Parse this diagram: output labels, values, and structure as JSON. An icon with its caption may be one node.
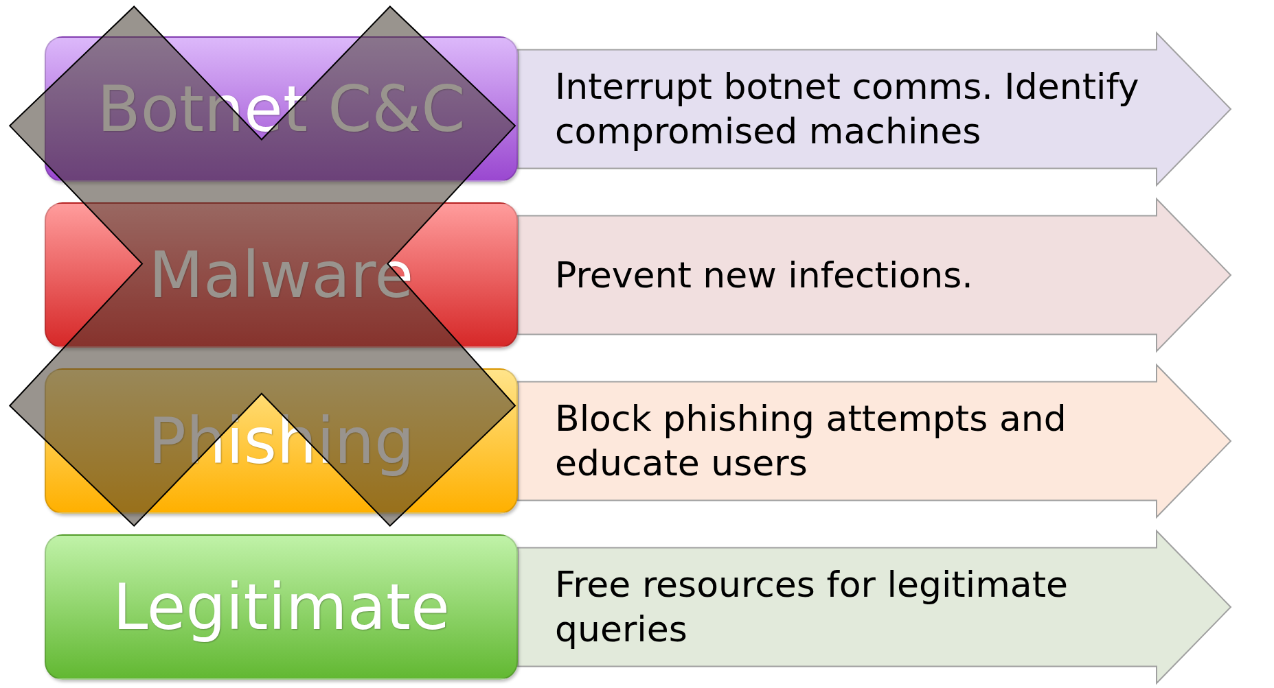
{
  "diagram": {
    "nodes": [
      {
        "text": [
          "Botnet C&C"
        ]
      },
      {
        "text": [
          "Malware"
        ]
      },
      {
        "text": [
          "Phishing"
        ]
      },
      {
        "text": [
          "Legitimate"
        ]
      }
    ],
    "edges": [
      {
        "from": 0,
        "to": null,
        "arrow": "to",
        "label": "Interrupt botnet comms. Identify compromised machines"
      },
      {
        "from": 1,
        "to": null,
        "arrow": "to",
        "label": "Prevent new infections."
      },
      {
        "from": 2,
        "to": null,
        "arrow": "to",
        "label": "Block phishing attempts and educate users"
      },
      {
        "from": 3,
        "to": null,
        "arrow": "to",
        "label": "Free resources for legitimate queries"
      }
    ]
  }
}
